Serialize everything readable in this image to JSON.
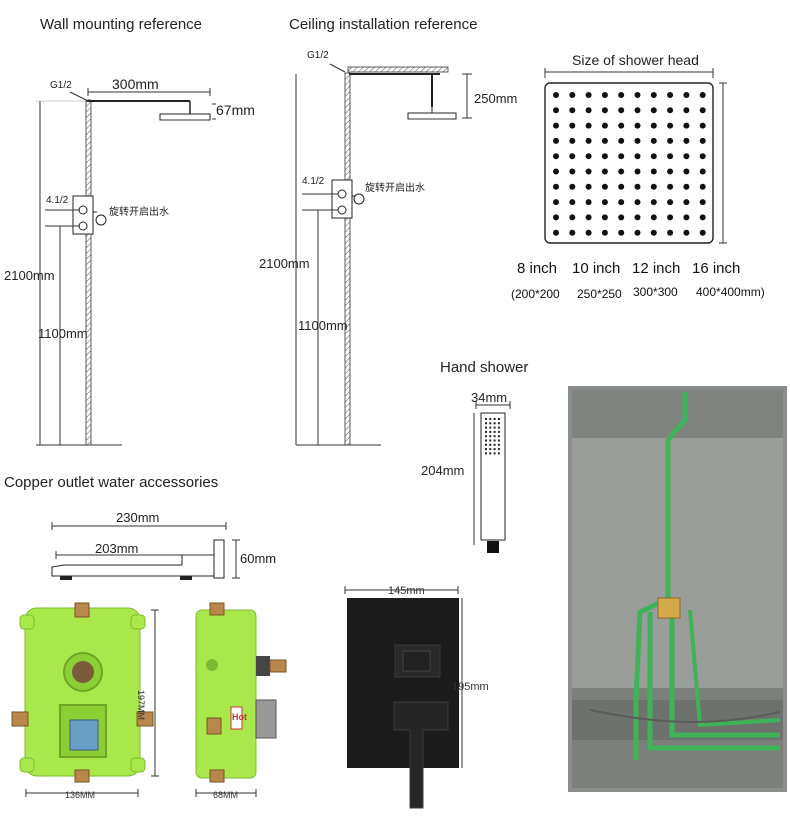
{
  "wall": {
    "title": "Wall mounting reference",
    "g_label": "G1/2",
    "arm_length": "300mm",
    "head_drop": "67mm",
    "valve_label": "4.1/2",
    "valve_text": "旋转开启出水",
    "total_height": "2100mm",
    "valve_height": "1100mm"
  },
  "ceiling": {
    "title": "Ceiling installation reference",
    "g_label": "G1/2",
    "drop": "250mm",
    "valve_label": "4.1/2",
    "valve_text": "旋转开启出水",
    "total_height": "2100mm",
    "valve_height": "1100mm"
  },
  "head": {
    "title": "Size of shower head",
    "sizes": [
      {
        "inch": "8 inch",
        "mm": "(200*200"
      },
      {
        "inch": "10 inch",
        "mm": "250*250"
      },
      {
        "inch": "12 inch",
        "mm": "300*300"
      },
      {
        "inch": "16 inch",
        "mm": "400*400mm)"
      }
    ]
  },
  "hand": {
    "title": "Hand shower",
    "width": "34mm",
    "height": "204mm"
  },
  "spout": {
    "title": "Copper outlet water accessories",
    "total": "230mm",
    "reach": "203mm",
    "height": "60mm"
  },
  "box": {
    "width": "136MM",
    "height": "197MM",
    "depth": "68MM",
    "brand": "Hot"
  },
  "plate": {
    "width": "145mm",
    "height": "195mm"
  }
}
